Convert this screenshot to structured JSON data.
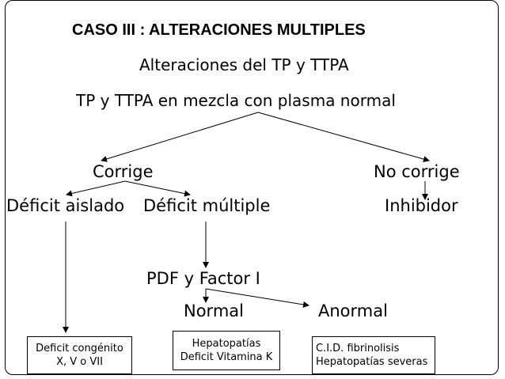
{
  "title": "CASO III : ALTERACIONES MULTIPLES",
  "subtitle": "Alteraciones del TP y TTPA",
  "root": "TP y TTPA en mezcla con plasma normal",
  "corrige": "Corrige",
  "no_corrige": "No corrige",
  "deficit_aislado": "Déficit aislado",
  "deficit_multiple": "Déficit múltiple",
  "inhibidor": "Inhibidor",
  "pdf": "PDF y Factor I",
  "normal": "Normal",
  "anormal": "Anormal",
  "box_congenito": [
    "Deficit congénito",
    "X, V o VII"
  ],
  "box_hepato": [
    "Hepatopatías",
    "Deficit Vitamina K"
  ],
  "box_cid": [
    "C.I.D. fibrinolisis",
    "Hepatopatías severas"
  ]
}
